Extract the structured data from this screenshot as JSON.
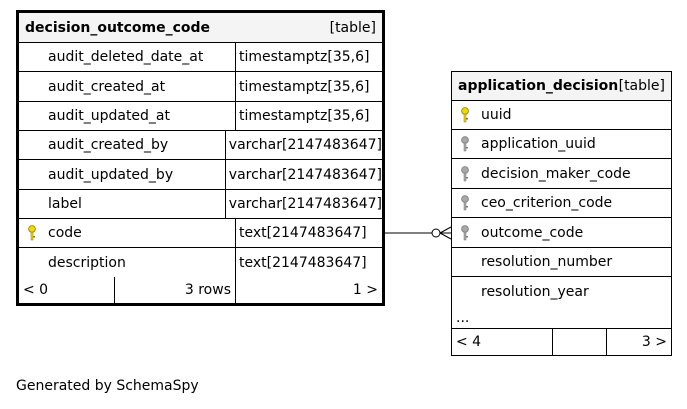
{
  "tables": [
    {
      "name": "decision_outcome_code",
      "kind": "[table]",
      "columns": [
        {
          "name": "audit_deleted_date_at",
          "type": "timestamptz[35,6]",
          "key": "none"
        },
        {
          "name": "audit_created_at",
          "type": "timestamptz[35,6]",
          "key": "none"
        },
        {
          "name": "audit_updated_at",
          "type": "timestamptz[35,6]",
          "key": "none"
        },
        {
          "name": "audit_created_by",
          "type": "varchar[2147483647]",
          "key": "none"
        },
        {
          "name": "audit_updated_by",
          "type": "varchar[2147483647]",
          "key": "none"
        },
        {
          "name": "label",
          "type": "varchar[2147483647]",
          "key": "none"
        },
        {
          "name": "code",
          "type": "text[2147483647]",
          "key": "primary"
        },
        {
          "name": "description",
          "type": "text[2147483647]",
          "key": "none"
        }
      ],
      "footer": [
        "< 0",
        "3 rows",
        "1 >"
      ]
    },
    {
      "name": "application_decision",
      "kind": "[table]",
      "columns": [
        {
          "name": "uuid",
          "key": "primary"
        },
        {
          "name": "application_uuid",
          "key": "foreign"
        },
        {
          "name": "decision_maker_code",
          "key": "foreign"
        },
        {
          "name": "ceo_criterion_code",
          "key": "foreign"
        },
        {
          "name": "outcome_code",
          "key": "foreign"
        },
        {
          "name": "resolution_number",
          "key": "none"
        },
        {
          "name": "resolution_year",
          "key": "none"
        }
      ],
      "more": "...",
      "footer": [
        "< 4",
        "",
        "3 >"
      ]
    }
  ],
  "relationship": {
    "from": "decision_outcome_code.code",
    "to": "application_decision.outcome_code",
    "notation": "one-to-zero-or-many"
  },
  "colors": {
    "primary_key": "#f2d600",
    "foreign_key": "#a8a8a8",
    "header_bg": "#f4f4f4",
    "line": "#000000"
  },
  "credit": "Generated by SchemaSpy"
}
